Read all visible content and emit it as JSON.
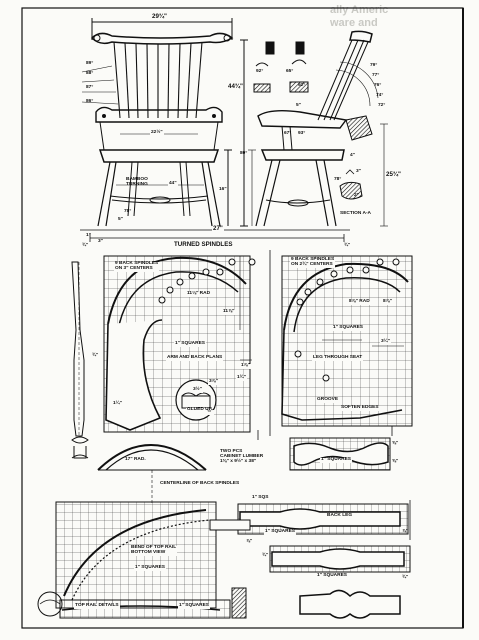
{
  "header": {
    "bleed_title": "ally Americ",
    "bleed_subtitle": "ware and"
  },
  "top_views": {
    "front": {
      "width_top": "29¾\"",
      "height_overall": "44¾\"",
      "angles": [
        "89°",
        "88°",
        "87°",
        "86°"
      ],
      "seat_width": "22½\"",
      "rail_width": "44\"",
      "seat_height": "16\"",
      "bamboo_label": "BAMBOO\nTURNING",
      "leg_angle": "78°",
      "splay": "5\""
    },
    "side": {
      "angles_top": [
        "92°",
        "65°",
        "92°"
      ],
      "angles_right": [
        "79°",
        "77°",
        "76°",
        "74°",
        "72°"
      ],
      "mid_angles": [
        "67°",
        "93°"
      ],
      "floor_angle": "80°",
      "rear_angle": "78°",
      "height": "25¾\"",
      "dims": [
        "5\"",
        "3\"",
        "2\"",
        "4\""
      ],
      "section_label": "SECTION A-A"
    },
    "baseline": {
      "overall": "27\"",
      "dims": [
        "1\"",
        "3\"",
        "¾\"",
        "¾\""
      ],
      "turned_spindles": "TURNED SPINDLES"
    }
  },
  "plans": {
    "left": {
      "title": "9 BACK SPINDLES\nON 3\" CENTERS",
      "rad": "11⅛\" RAD",
      "rad2": "11⅞\"",
      "squares": "1\" SQUARES",
      "arm_label": "ARM AND BACK PLANS",
      "glued_up": "GLUED UP",
      "dims": [
        "3⅞\"",
        "3½\"",
        "1⅞\"",
        "1¾\"",
        "½\"",
        "1¼\""
      ]
    },
    "right": {
      "title": "9 BACK SPINDLES\nON 2¾\" CENTERS",
      "rad1": "8⅞\" RAD",
      "rad2": "8⅞\"",
      "squares": "1\" SQUARES",
      "leg_label": "LEG THROUGH SEAT",
      "groove": "GROOVE",
      "soften": "SOFTEN EDGES",
      "dim": "3¼\""
    },
    "spindle_dim": "¾\""
  },
  "lower": {
    "rad_label": "17\" RAD.",
    "two_pcs": "TWO PCS\nCABINET LUMBER\n1⅜\" x 9½\" x 38\"",
    "centerline": "CENTERLINE OF BACK SPINDLES",
    "bend_label": "BEND OF TOP RAIL\nBOTTOM VIEW",
    "squares_a": "1\" SQUARES",
    "top_rail": "TOP RAIL DETAILS",
    "squares_b": "1\" SQUARES",
    "right_squares": "1\" SQUARES",
    "back_leg": "BACK LEG",
    "sqs": "1\" SQS",
    "squares_c": "1\" SQUARES",
    "squares_d": "1\" SQUARES",
    "small_dims": [
      "⅝\"",
      "⅝\"",
      "¾\"",
      "¾\"",
      "⅞\"",
      "⅞\""
    ]
  },
  "colors": {
    "ink": "#111111",
    "paper": "#fbfbf8",
    "grid": "#333333",
    "ghost": "#c9c9c4"
  }
}
